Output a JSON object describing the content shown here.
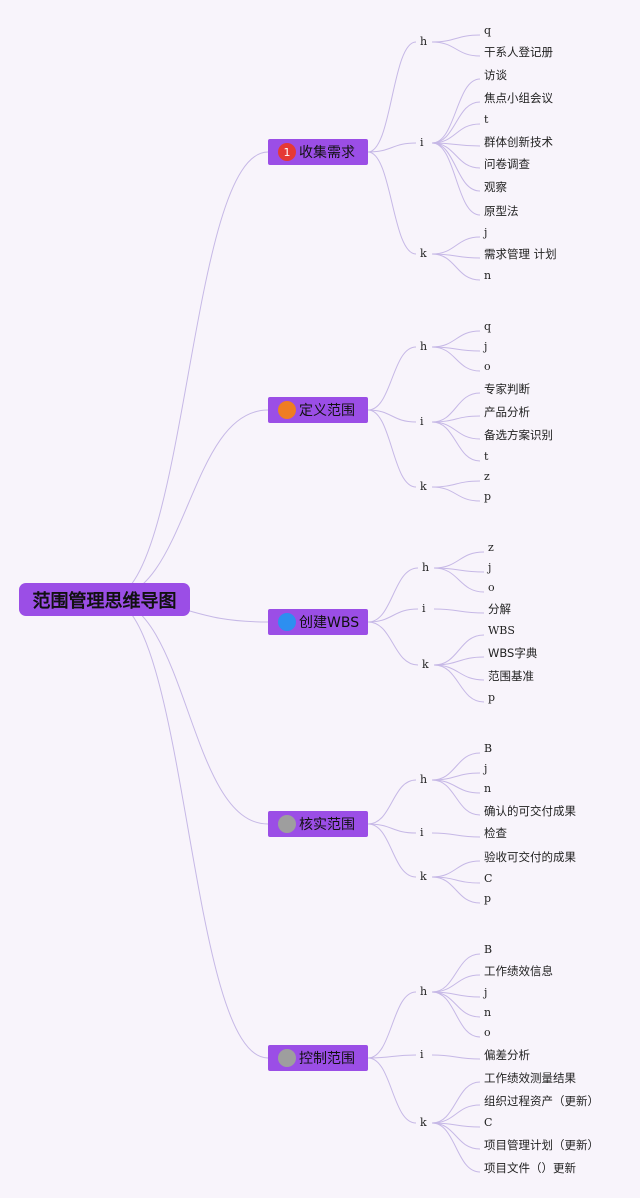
{
  "root": {
    "label": "范围管理思维导图"
  },
  "branches": [
    {
      "label": "收集需求",
      "badge": "1",
      "badge_color": "#e53935",
      "groups": [
        {
          "label": "h",
          "items": [
            "q",
            "干系人登记册"
          ]
        },
        {
          "label": "i",
          "items": [
            "访谈",
            "焦点小组会议",
            "t",
            "群体创新技术",
            "问卷调查",
            "观察",
            "原型法"
          ]
        },
        {
          "label": "k",
          "items": [
            "j",
            "需求管理 计划",
            "n"
          ]
        }
      ]
    },
    {
      "label": "定义范围",
      "badge": "",
      "badge_color": "#ef7d22",
      "groups": [
        {
          "label": "h",
          "items": [
            "q",
            "j",
            "o"
          ]
        },
        {
          "label": "i",
          "items": [
            "专家判断",
            "产品分析",
            "备选方案识别",
            "t"
          ]
        },
        {
          "label": "k",
          "items": [
            "z",
            "p"
          ]
        }
      ]
    },
    {
      "label": "创建WBS",
      "badge": "",
      "badge_color": "#2d8ff0",
      "groups": [
        {
          "label": "h",
          "items": [
            "z",
            "j",
            "o"
          ]
        },
        {
          "label": "i",
          "items": [
            "分解"
          ]
        },
        {
          "label": "k",
          "items": [
            "WBS",
            "WBS字典",
            "范围基准",
            "p"
          ]
        }
      ]
    },
    {
      "label": "核实范围",
      "badge": "",
      "badge_color": "#9e9e9e",
      "groups": [
        {
          "label": "h",
          "items": [
            "B",
            "j",
            "n",
            "确认的可交付成果"
          ]
        },
        {
          "label": "i",
          "items": [
            "检查"
          ]
        },
        {
          "label": "k",
          "items": [
            "验收可交付的成果",
            "C",
            "p"
          ]
        }
      ]
    },
    {
      "label": "控制范围",
      "badge": "",
      "badge_color": "#9e9e9e",
      "groups": [
        {
          "label": "h",
          "items": [
            "B",
            "工作绩效信息",
            "j",
            "n",
            "o"
          ]
        },
        {
          "label": "i",
          "items": [
            "偏差分析"
          ]
        },
        {
          "label": "k",
          "items": [
            "工作绩效测量结果",
            "组织过程资产（更新）",
            "C",
            "项目管理计划（更新）",
            "项目文件（）更新"
          ]
        }
      ]
    }
  ],
  "colors": {
    "node_fill": "#9b4ee6",
    "line": "#c6b8e6",
    "background": "#f8f4fb"
  }
}
